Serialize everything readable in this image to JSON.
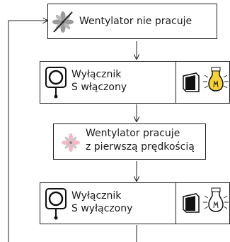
{
  "steps": [
    {
      "id": "fan-off",
      "line1": "Wentylator nie pracuje"
    },
    {
      "id": "switch-on",
      "line1": "Wyłącznik",
      "line2": "S włączony"
    },
    {
      "id": "fan-speed-1",
      "line1": "Wentylator pracuje",
      "line2": "z pierwszą prędkością"
    },
    {
      "id": "switch-off",
      "line1": "Wyłącznik",
      "line2": "S wyłączony"
    }
  ],
  "icons": {
    "fan_stopped": "fan-icon",
    "fan_running": "fan-icon",
    "switch_device": "switch-device-icon",
    "wall_switch": "wall-switch-icon",
    "bulb_lit": "light-bulb-lit-icon",
    "bulb_off": "light-bulb-off-icon"
  },
  "colors": {
    "line": "#222222",
    "fan_gray": "#9a9a9a",
    "fan_pink": "#f3b8c8",
    "bulb_yellow": "#f4d23a"
  }
}
